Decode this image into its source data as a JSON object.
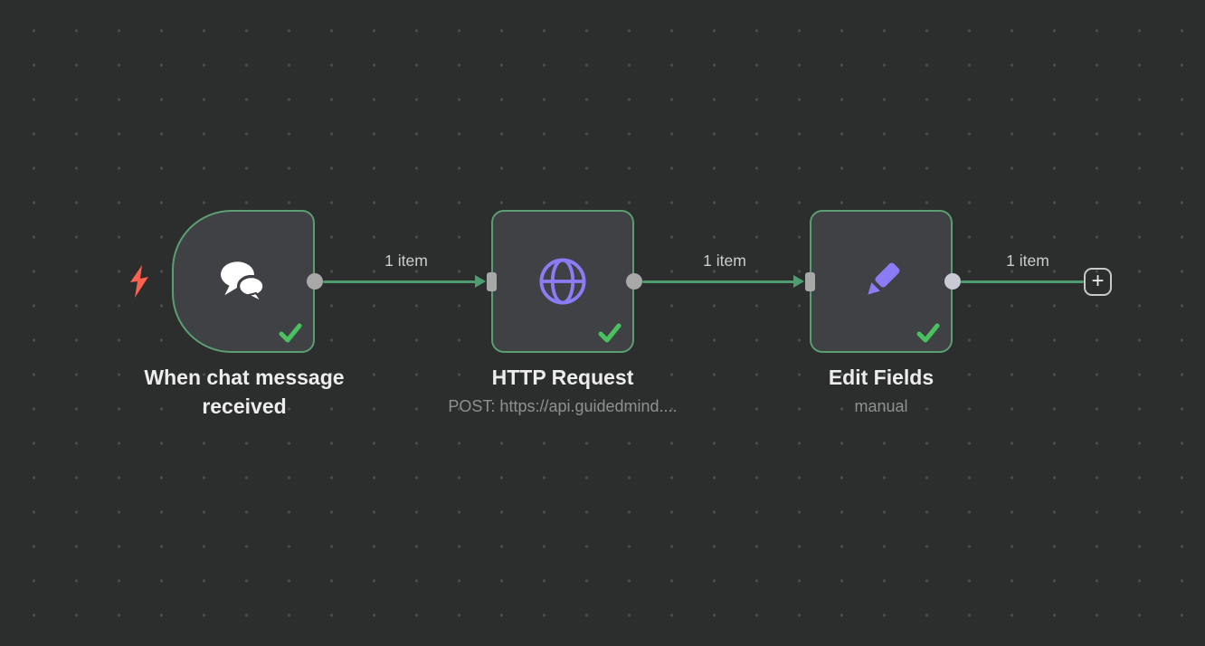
{
  "palette": {
    "canvas-bg": "#2c2d2d",
    "dot": "#4a4b4b",
    "node-bg": "#404145",
    "node-border": "#5b9e71",
    "connection": "#4f9d6e",
    "success": "#49c15f",
    "icon-purple": "#8b7cf6",
    "trigger-bolt": "#ff6150",
    "connector": "#a8a8a8",
    "connector-light": "#c9cbd4",
    "title-text": "#ededed",
    "subtitle-text": "#8f9092",
    "label-text": "#cdcdcd",
    "plus-border": "#c9c9c9",
    "chat-icon-color": "#ffffff"
  },
  "nodes": [
    {
      "title": "When chat message received",
      "subtitle": "",
      "icon": "chat-icon",
      "status": "success"
    },
    {
      "title": "HTTP Request",
      "subtitle": "POST: https://api.guidedmind....",
      "icon": "globe-icon",
      "status": "success"
    },
    {
      "title": "Edit Fields",
      "subtitle": "manual",
      "icon": "pencil-icon",
      "status": "success"
    }
  ],
  "connections": [
    {
      "label": "1 item"
    },
    {
      "label": "1 item"
    },
    {
      "label": "1 item"
    }
  ],
  "add_button": {
    "label": "+"
  }
}
